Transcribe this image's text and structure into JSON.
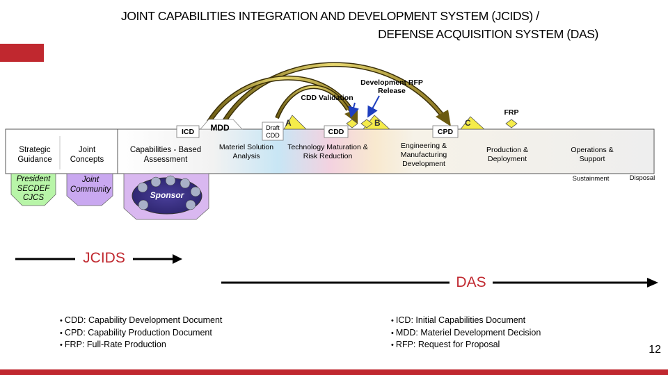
{
  "title": {
    "line1": "JOINT CAPABILITIES INTEGRATION AND DEVELOPMENT SYSTEM (JCIDS) /",
    "line2": "DEFENSE ACQUISITION SYSTEM (DAS)"
  },
  "labels": {
    "dev_rfp_release": "Development RFP Release",
    "cdd_validation": "CDD Validation",
    "frp": "FRP",
    "icd": "ICD",
    "mdd": "MDD",
    "draft_cdd": "Draft CDD",
    "milestone_a": "A",
    "cdd": "CDD",
    "milestone_b": "B",
    "cpd": "CPD",
    "milestone_c": "C"
  },
  "phases": {
    "strategic_guidance": "Strategic Guidance",
    "joint_concepts": "Joint Concepts",
    "cba": "Capabilities - Based Assessment",
    "msa": "Materiel Solution Analysis",
    "tmrr": "Technology Maturation & Risk Reduction",
    "emd": "Engineering & Manufacturing Development",
    "pd": "Production & Deployment",
    "os": "Operations & Support",
    "sustainment": "Sustainment",
    "disposal": "Disposal"
  },
  "stakeholders": {
    "president": "President SECDEF CJCS",
    "joint_community": "Joint Community",
    "sponsor": "Sponsor"
  },
  "timeline": {
    "jcids": "JCIDS",
    "das": "DAS"
  },
  "legend_left": [
    "CDD: Capability Development Document",
    "CPD: Capability Production Document",
    "FRP: Full-Rate Production"
  ],
  "legend_right": [
    "ICD: Initial Capabilities Document",
    "MDD: Materiel Development Decision",
    "RFP: Request for Proposal"
  ],
  "page_number": "12",
  "colors": {
    "accent_red": "#c0282f",
    "milestone_yellow": "#f5ec4a",
    "arrow_blue": "#1f3fbf",
    "president_green": "#b8f5a8",
    "community_purple": "#c9a8f0"
  }
}
